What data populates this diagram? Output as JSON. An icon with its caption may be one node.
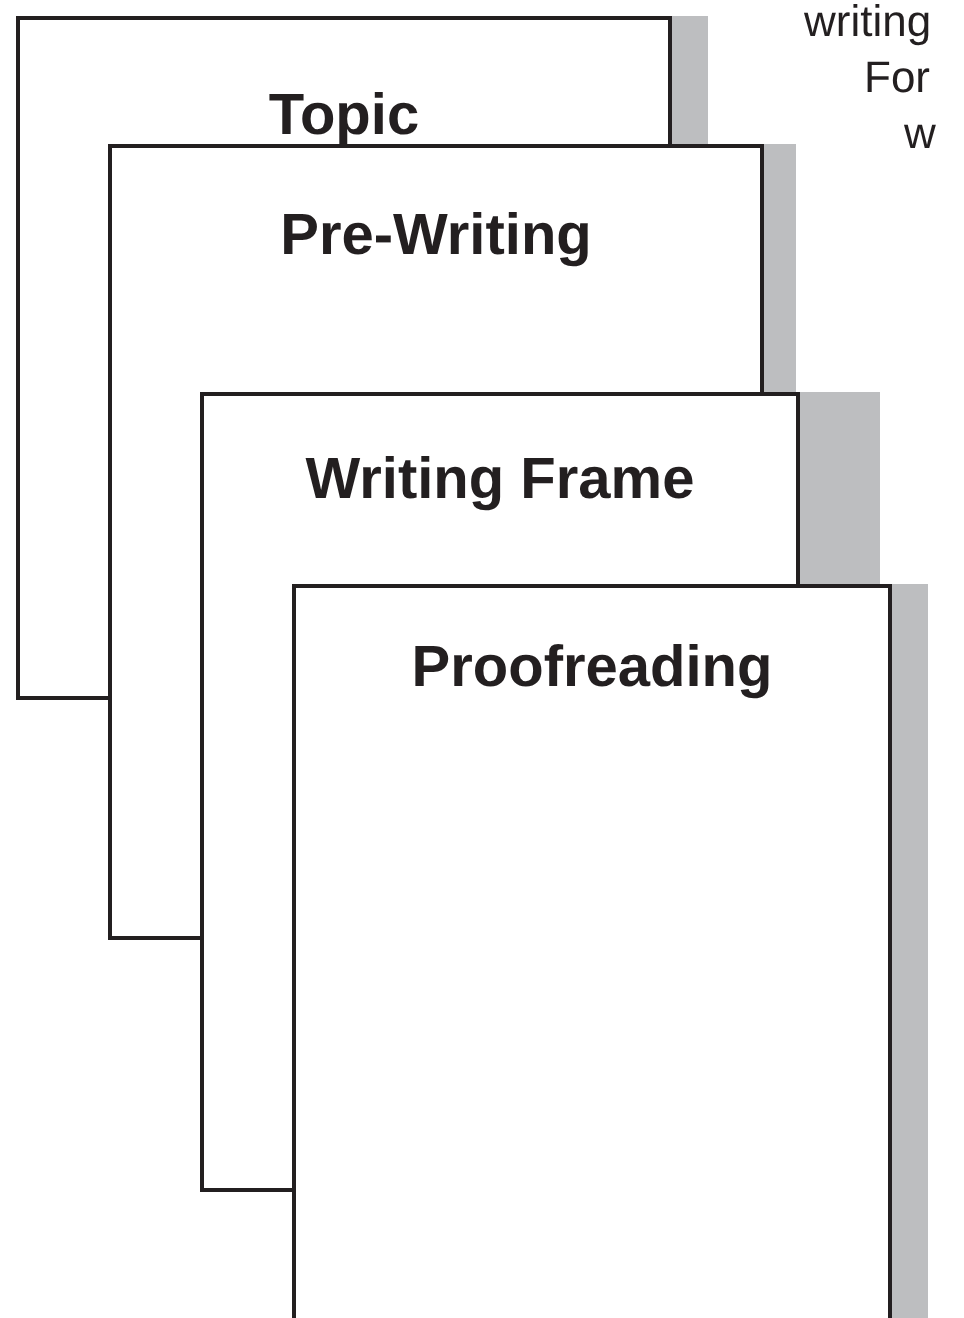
{
  "diagram": {
    "nodes": [
      {
        "text": [
          "Topic"
        ]
      },
      {
        "text": [
          "Pre-Writing"
        ]
      },
      {
        "text": [
          "Writing Frame"
        ]
      },
      {
        "text": [
          "Proofreading"
        ]
      }
    ],
    "labels": [
      "writing",
      "For",
      "w"
    ]
  }
}
